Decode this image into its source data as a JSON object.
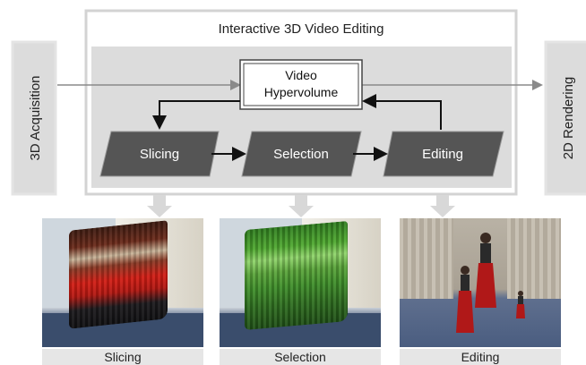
{
  "title": "Interactive 3D Video Editing",
  "left_box": "3D Acquisition",
  "right_box": "2D Rendering",
  "hypervolume_lines": [
    "Video",
    "Hypervolume"
  ],
  "steps": [
    "Slicing",
    "Selection",
    "Editing"
  ],
  "captions": [
    "Slicing",
    "Selection",
    "Editing"
  ],
  "colors": {
    "outer_border": "#d3d3d3",
    "inner_panel": "#dcdcdc",
    "step_fill": "#555555",
    "arrow_gray": "#8a8a8a",
    "arrow_black": "#111111",
    "caption_bg": "#e6e6e6"
  },
  "thumbnail_icons": [
    "slicing-thumbnail",
    "selection-thumbnail",
    "editing-thumbnail"
  ]
}
